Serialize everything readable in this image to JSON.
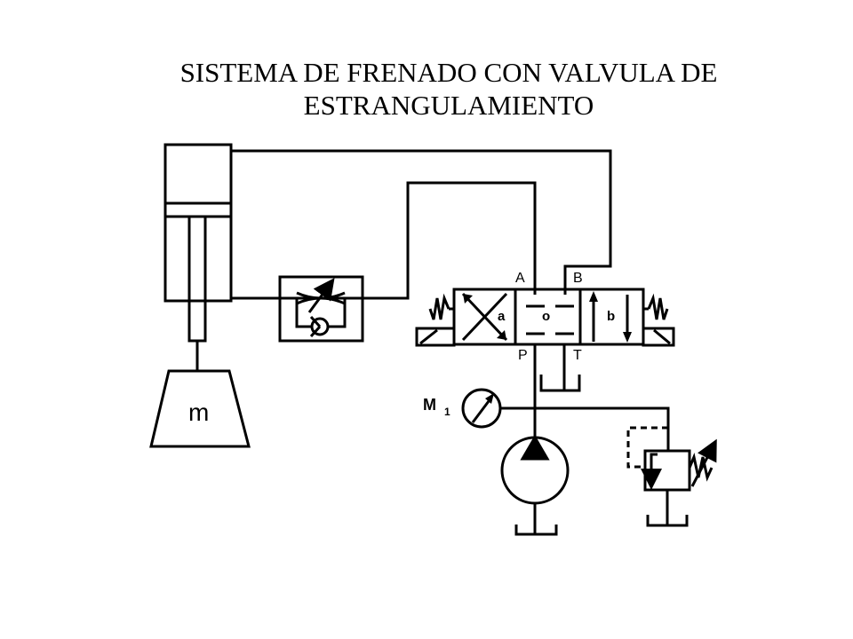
{
  "title": {
    "line1": "SISTEMA DE FRENADO CON VALVULA DE",
    "line2": "ESTRANGULAMIENTO"
  },
  "mass": {
    "label": "m"
  },
  "valve": {
    "port_a": "A",
    "port_b": "B",
    "port_p": "P",
    "port_t": "T",
    "pos_a": "a",
    "pos_o": "o",
    "pos_b": "b"
  },
  "gauge": {
    "label": "M",
    "subscript": "1"
  },
  "colors": {
    "line": "#000000",
    "background": "#ffffff"
  }
}
